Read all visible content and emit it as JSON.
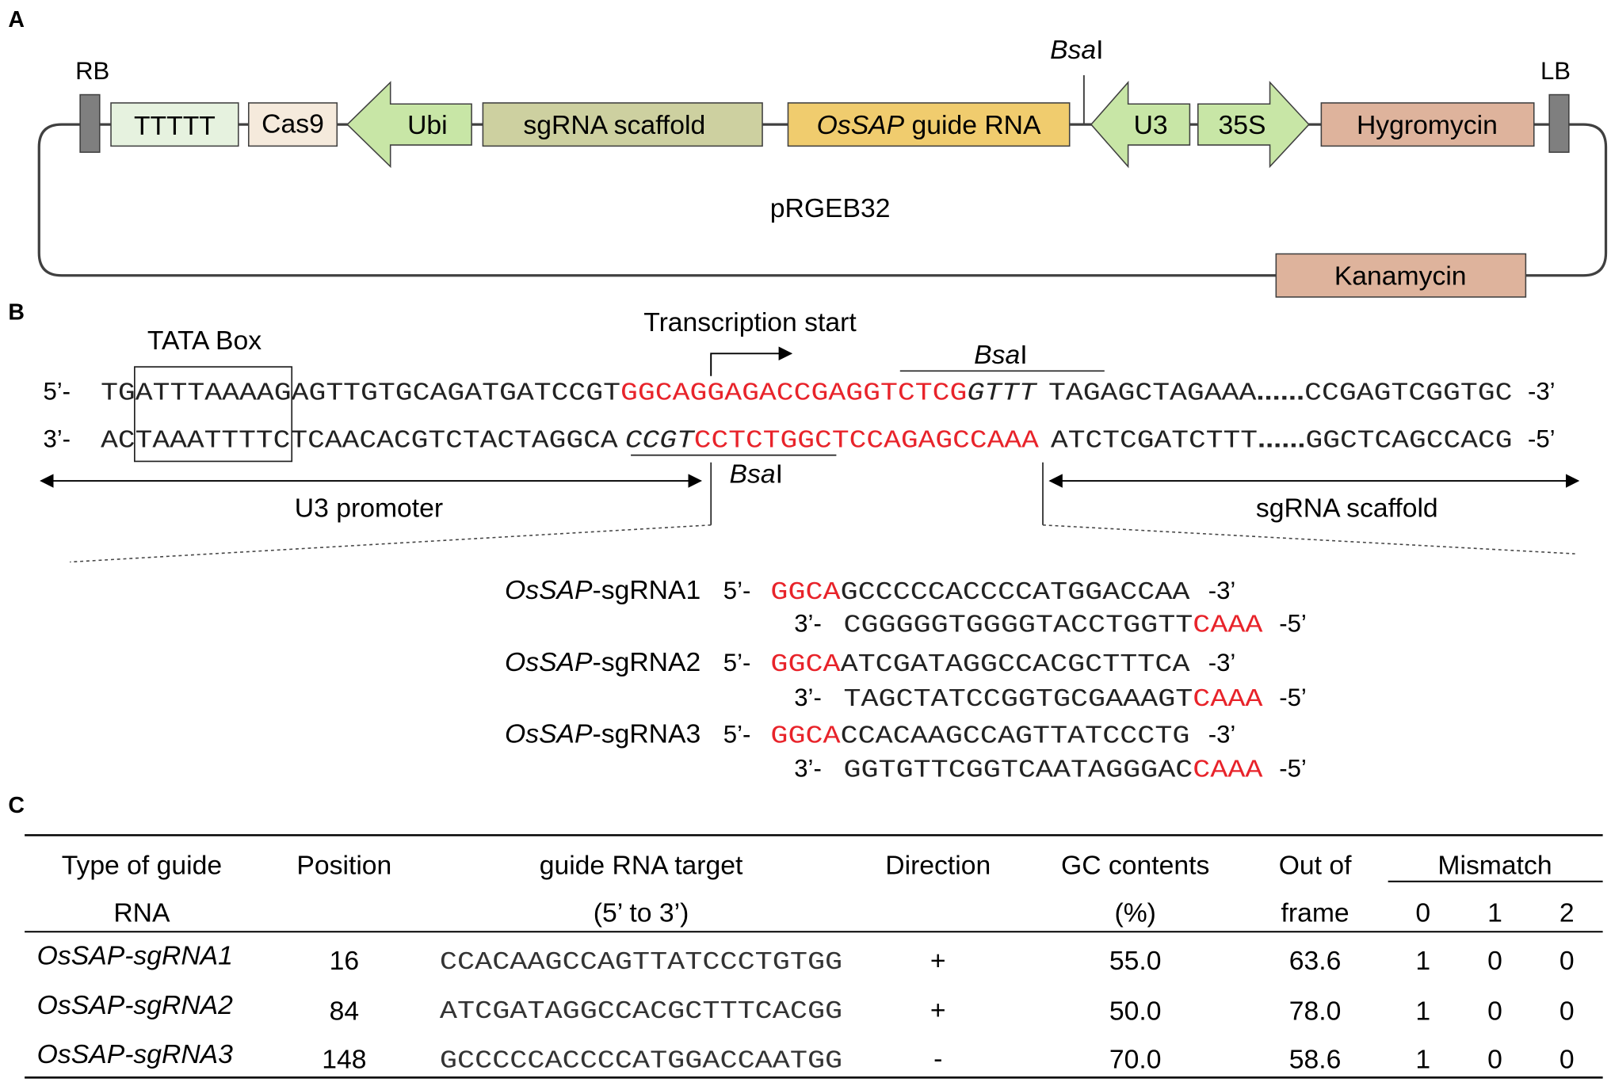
{
  "panel_a": {
    "label": "A",
    "rb": "RB",
    "lb": "LB",
    "bsai_site": {
      "italic": "Bsa",
      "plain": "I"
    },
    "plasmid_name": "pRGEB32",
    "boxes": {
      "ttttt": "TTTTT",
      "cas9": "Cas9",
      "ubi": "Ubi",
      "scaffold": "sgRNA scaffold",
      "guide_italic": "OsSAP",
      "guide_plain": " guide RNA",
      "u3": "U3",
      "p35s": "35S",
      "hygromycin": "Hygromycin",
      "kanamycin": "Kanamycin"
    },
    "colors": {
      "ttttt": "#e6f2df",
      "cas9": "#f5eadc",
      "promoter_arrow": "#c8e6a6",
      "scaffold": "#cdd0a0",
      "guide": "#f0cc6e",
      "resistance": "#deb39c",
      "border_block": "#7f7f7f",
      "line": "#404040"
    }
  },
  "panel_b": {
    "label": "B",
    "tata": "TATA Box",
    "tx_start": "Transcription start",
    "bsai_top": {
      "italic": "Bsa",
      "plain": "I"
    },
    "bsai_bottom": {
      "italic": "Bsa",
      "plain": "I"
    },
    "top_strand": {
      "prefix": "5’-",
      "black1": "TGATTTAAAAGAGTTGTGCAGATGATCCGT",
      "red": "GGCAGGAGACCGAGGTCTCG",
      "italic": "GTTT",
      "black2": "TAGAGCTAGAAA",
      "dots": "......",
      "black3": "CCGAGTCGGTGC",
      "suffix": "-3’"
    },
    "bottom_strand": {
      "prefix": "3’-",
      "black1": "ACTAAATTTTCTCAACACGTCTACTAGGCA",
      "italic": "CCGT",
      "red": "CCTCTGGCTCCAGAGCCAAA",
      "black2": "ATCTCGATCTTT",
      "dots": "......",
      "black3": "GGCTCAGCCACG",
      "suffix": "-5’"
    },
    "u3_promoter": "U3 promoter",
    "sgrna_scaffold": "sgRNA scaffold",
    "guides": [
      {
        "name_italic": "OsSAP",
        "name_plain": "-sgRNA1",
        "p5": "5’-",
        "top_red": "GGCA",
        "top_black": "GCCCCCACCCCATGGACCAA",
        "s3": "-3’",
        "p3": "3’-",
        "bot_black": "CGGGGGTGGGGTACCTGGTT",
        "bot_red": "CAAA",
        "s5": "-5’"
      },
      {
        "name_italic": "OsSAP",
        "name_plain": "-sgRNA2",
        "p5": "5’-",
        "top_red": "GGCA",
        "top_black": "ATCGATAGGCCACGCTTTCA",
        "s3": "-3’",
        "p3": "3’-",
        "bot_black": "TAGCTATCCGGTGCGAAAGT",
        "bot_red": "CAAA",
        "s5": "-5’"
      },
      {
        "name_italic": "OsSAP",
        "name_plain": "-sgRNA3",
        "p5": "5’-",
        "top_red": "GGCA",
        "top_black": "CCACAAGCCAGTTATCCCTG",
        "s3": "-3’",
        "p3": "3’-",
        "bot_black": "GGTGTTCGGTCAATAGGGAC",
        "bot_red": "CAAA",
        "s5": "-5’"
      }
    ],
    "colors": {
      "red": "#e8232a",
      "black": "#222222"
    }
  },
  "panel_c": {
    "label": "C",
    "headers": {
      "type_line1": "Type of guide",
      "type_line2": "RNA",
      "position": "Position",
      "target_line1": "guide RNA target",
      "target_line2": "(5’ to 3’)",
      "direction": "Direction",
      "gc_line1": "GC contents",
      "gc_line2": "(%)",
      "oof_line1": "Out of",
      "oof_line2": "frame",
      "mismatch": "Mismatch",
      "mm0": "0",
      "mm1": "1",
      "mm2": "2"
    },
    "rows": [
      {
        "name_italic": "OsSAP",
        "name_plain": "-sgRNA1",
        "position": "16",
        "target": "CCACAAGCCAGTTATCCCTGTGG",
        "direction": "+",
        "gc": "55.0",
        "oof": "63.6",
        "mm0": "1",
        "mm1": "0",
        "mm2": "0"
      },
      {
        "name_italic": "OsSAP",
        "name_plain": "-sgRNA2",
        "position": "84",
        "target": "ATCGATAGGCCACGCTTTCACGG",
        "direction": "+",
        "gc": "50.0",
        "oof": "78.0",
        "mm0": "1",
        "mm1": "0",
        "mm2": "0"
      },
      {
        "name_italic": "OsSAP",
        "name_plain": "-sgRNA3",
        "position": "148",
        "target": "GCCCCCACCCCATGGACCAATGG",
        "direction": "-",
        "gc": "70.0",
        "oof": "58.6",
        "mm0": "1",
        "mm1": "0",
        "mm2": "0"
      }
    ]
  }
}
